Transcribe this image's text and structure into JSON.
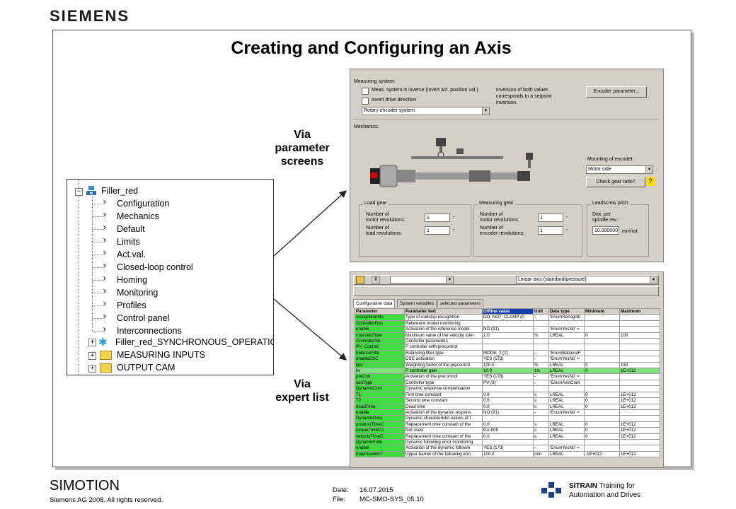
{
  "logo": "SIEMENS",
  "title": "Creating and Configuring an Axis",
  "via_param": [
    "Via",
    "parameter",
    "screens"
  ],
  "via_expert": [
    "Via",
    "expert list"
  ],
  "tree": {
    "root": "Filler_red",
    "children": [
      "Configuration",
      "Mechanics",
      "Default",
      "Limits",
      "Act.val.",
      "Closed-loop control",
      "Homing",
      "Monitoring",
      "Profiles",
      "Control panel",
      "Interconnections"
    ],
    "sync": "Filler_red_SYNCHRONOUS_OPERATION",
    "folders": [
      "MEASURING INPUTS",
      "OUTPUT CAM"
    ]
  },
  "param_screen": {
    "measuring_system": "Measuring system:",
    "cb_inverse": "Meas. system is inverse (invert act. position val.)",
    "cb_invert_drive": "Invert drive direction",
    "encoder_system": "Rotary encoder system",
    "inversion_note": [
      "Inversion of both values",
      "corresponds to a setpoint",
      "inversion."
    ],
    "encoder_btn": "Encoder parameter...",
    "mechanics": "Mechanics:",
    "mounting_label": "Mounting of encoder:",
    "mounting_value": "Motor side",
    "check_gear": "Check gear ratio?",
    "load_gear": {
      "title": "Load gear",
      "l1a": "Number of",
      "l1b": "motor revolutions:",
      "v1": "1",
      "l2a": "Number of",
      "l2b": "load revolutions:",
      "v2": "1"
    },
    "meas_gear": {
      "title": "Measuring gear",
      "l1a": "Number of",
      "l1b": "motor revolutions:",
      "v1": "1",
      "l2a": "Number of",
      "l2b": "encoder revolutions:",
      "v2": "1"
    },
    "leadscrew": {
      "title": "Leadscrew pitch",
      "la": "Dist. per",
      "lb": "spindle rev.:",
      "value": "10.000000",
      "unit": "mm/rot"
    }
  },
  "expert": {
    "axis_type": "Linear axis (standard/pressure)",
    "tabs": [
      "Configuration data",
      "System variables",
      "selected parameters"
    ],
    "headers": [
      "Parameter",
      "Parameter text",
      "Offline value",
      "Unit",
      "Data type",
      "Minimum",
      "Maximum"
    ],
    "rows": [
      [
        "recognitionMo",
        "Type of endstop recognition",
        "DO_NOT_CLAMP (0",
        "-",
        "'EnumRecogniti",
        "",
        ""
      ],
      [
        "ControllerDyn",
        "Reference model monitoring",
        "",
        "",
        "",
        "",
        ""
      ],
      [
        "enable",
        "Activation of the reference model",
        "NO (91)",
        "-",
        "'EnumYesNo' =",
        "",
        ""
      ],
      [
        "maxVeloToler",
        "Maximum value of the velocity toler",
        "2.0",
        "%",
        "LREAL",
        "0",
        "100"
      ],
      [
        "ControllerStr",
        "Controller parameters",
        "",
        "",
        "",
        "",
        ""
      ],
      [
        "PV_Control",
        "P controller with precontrol",
        "",
        "",
        "",
        "",
        ""
      ],
      [
        "balanceFilte",
        "Balancing filter type",
        "MODE_2 (2)",
        "-",
        "'EnumBalanceF",
        "",
        ""
      ],
      [
        "enableDSC",
        "DSC activation",
        "YES (173)",
        "-",
        "'EnumYesNo' =",
        "",
        ""
      ],
      [
        "kpc",
        "Weighting factor of the precontrol",
        "100.0",
        "%",
        "LREAL",
        "0",
        "150"
      ],
      [
        "kv",
        "P controller gain",
        "10.0",
        "1/s",
        "LREAL",
        "0",
        "1E+012"
      ],
      [
        "preCon",
        "Activation of the precontrol",
        "YES (173)",
        "-",
        "'EnumYesNo' =",
        "",
        ""
      ],
      [
        "conType",
        "Controller type",
        "PV (3)",
        "-",
        "'EnumAxisCont",
        "",
        ""
      ],
      [
        "DynamicCom",
        "Dynamic response compensation",
        "",
        "",
        "",
        "",
        ""
      ],
      [
        "T1",
        "First time constant",
        "0.0",
        "s",
        "LREAL",
        "0",
        "1E+012"
      ],
      [
        "T2",
        "Second time constant",
        "0.0",
        "s",
        "LREAL",
        "0",
        "1E+012"
      ],
      [
        "deadTime",
        "Dead time",
        "0.0",
        "s",
        "LREAL",
        "0",
        "1E+012"
      ],
      [
        "enable",
        "Activation of the dynamic respons",
        "NO (91)",
        "-",
        "'EnumYesNo' =",
        "",
        ""
      ],
      [
        "DynamicData",
        "Dynamic characteristic values of t",
        "",
        "",
        "",
        "",
        ""
      ],
      [
        "positionTimeC",
        "Replacement time constant of the",
        "0.0",
        "s",
        "LREAL",
        "0",
        "1E+012"
      ],
      [
        "torqueTimeCo",
        "Not used",
        "5.e-005",
        "s",
        "LREAL",
        "0",
        "1E+012"
      ],
      [
        "velocityTimeC",
        "Replacement time constant of the",
        "0.0",
        "s",
        "LREAL",
        "0",
        "1E+012"
      ],
      [
        "DynamicFollo",
        "Dynamic following error monitoring",
        "",
        "",
        "",
        "",
        ""
      ],
      [
        "enable",
        "Activation of the dynamic followin",
        "YES (173)",
        "-",
        "'EnumYesNo' =",
        "",
        ""
      ],
      [
        "maxPositionT",
        "Upper barrier of the following erro",
        "100.0",
        "mm",
        "LREAL",
        "-1E+012",
        "1E+012"
      ]
    ]
  },
  "footer": {
    "product": "SIMOTION",
    "copyright": "Siemens AG 2008. All rights reserved.",
    "date_label": "Date:",
    "date": "16.07.2015",
    "file_label": "File:",
    "file": "MC-SMO-SYS_05.10",
    "sitrain": "SITRAIN",
    "training": "Training for",
    "automation": "Automation and Drives"
  }
}
